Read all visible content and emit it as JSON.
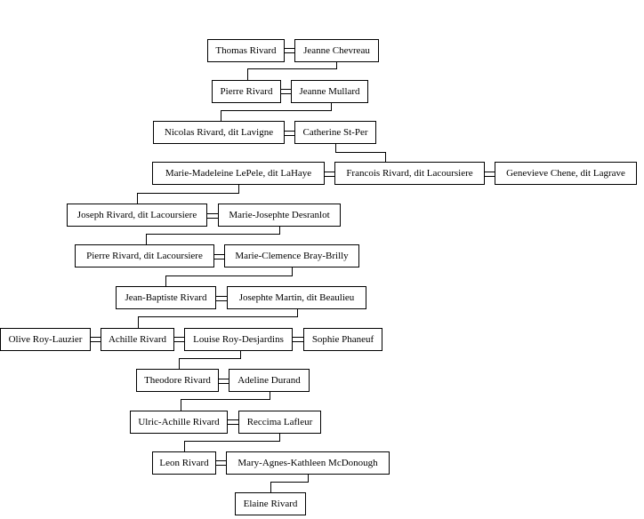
{
  "people": {
    "thomas_rivard": "Thomas Rivard",
    "jeanne_chevreau": "Jeanne Chevreau",
    "pierre_rivard": "Pierre Rivard",
    "jeanne_mullard": "Jeanne Mullard",
    "nicolas_rivard": "Nicolas Rivard, dit Lavigne",
    "catherine_st_per": "Catherine St-Per",
    "marie_madeleine_lepele": "Marie-Madeleine LePele, dit LaHaye",
    "francois_rivard": "Francois Rivard, dit Lacoursiere",
    "genevieve_chene": "Genevieve Chene, dit Lagrave",
    "joseph_rivard": "Joseph Rivard, dit Lacoursiere",
    "marie_josephte_desranlot": "Marie-Josephte Desranlot",
    "pierre_rivard_lacoursiere": "Pierre Rivard, dit Lacoursiere",
    "marie_clemence_bray_brilly": "Marie-Clemence Bray-Brilly",
    "jean_baptiste_rivard": "Jean-Baptiste Rivard",
    "josephte_martin": "Josephte Martin, dit Beaulieu",
    "olive_roy_lauzier": "Olive Roy-Lauzier",
    "achille_rivard": "Achille Rivard",
    "louise_roy_desjardins": "Louise Roy-Desjardins",
    "sophie_phaneuf": "Sophie Phaneuf",
    "theodore_rivard": "Theodore Rivard",
    "adeline_durand": "Adeline Durand",
    "ulric_achille_rivard": "Ulric-Achille Rivard",
    "reccima_lafleur": "Reccima Lafleur",
    "leon_rivard": "Leon Rivard",
    "mary_agnes_kathleen_mcdonough": "Mary-Agnes-Kathleen McDonough",
    "elaine_rivard": "Elaine Rivard"
  }
}
